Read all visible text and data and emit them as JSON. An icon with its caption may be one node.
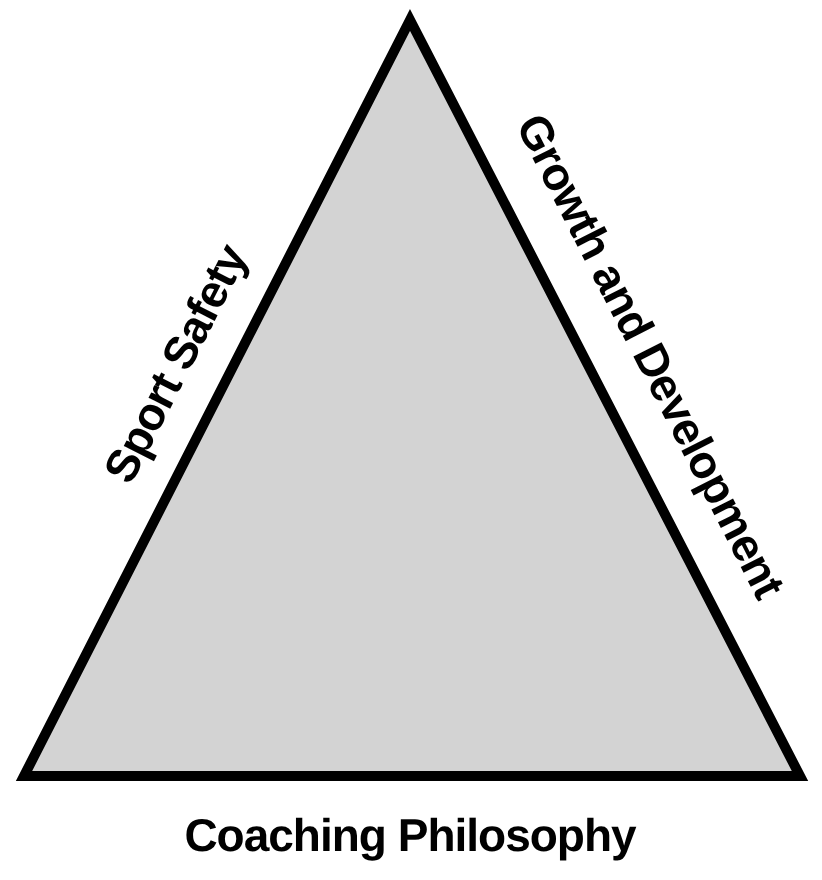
{
  "diagram": {
    "labels": [
      "Sport Safety",
      "Growth and Development",
      "Coaching Philosophy"
    ]
  }
}
